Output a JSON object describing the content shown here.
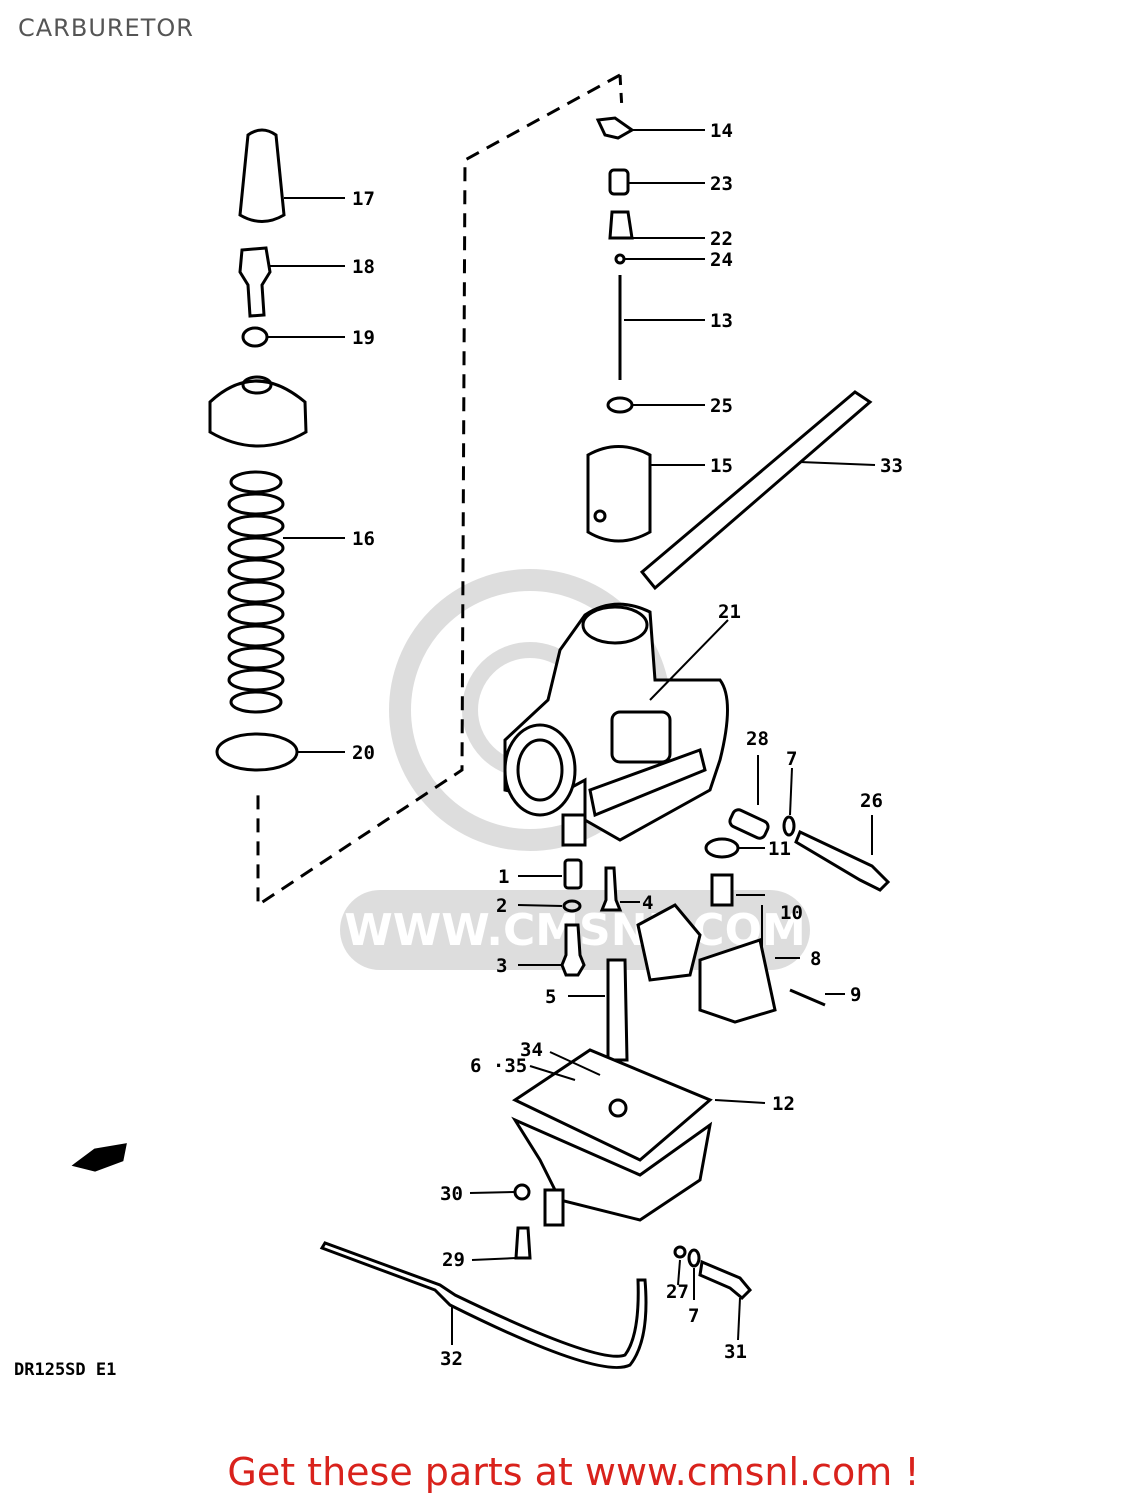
{
  "title": "CARBURETOR",
  "model_code": "DR125SD E1",
  "footer": "Get these parts at www.cmsnl.com !",
  "watermark": "WWW.CMSNL.COM",
  "callouts": [
    "14",
    "23",
    "22",
    "24",
    "13",
    "25",
    "15",
    "33",
    "17",
    "18",
    "19",
    "16",
    "20",
    "21",
    "28",
    "7",
    "26",
    "11",
    "10",
    "1",
    "2",
    "4",
    "3",
    "8",
    "5",
    "9",
    "34",
    "6 ·35",
    "12",
    "30",
    "29",
    "27",
    "7",
    "31",
    "32"
  ]
}
